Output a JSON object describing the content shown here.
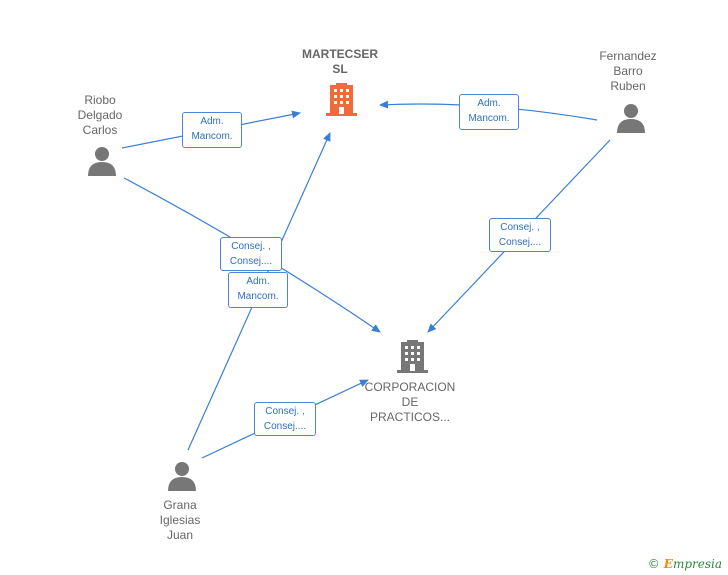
{
  "nodes": {
    "martecser": {
      "label": "MARTECSER\nSL",
      "type": "company",
      "color": "#f06a3a"
    },
    "corporacion": {
      "label": "CORPORACION\nDE\nPRACTICOS...",
      "type": "company",
      "color": "#777777"
    },
    "riobo": {
      "label": "Riobo\nDelgado\nCarlos",
      "type": "person"
    },
    "fernandez": {
      "label": "Fernandez\nBarro\nRuben",
      "type": "person"
    },
    "grana": {
      "label": "Grana\nIglesias\nJuan",
      "type": "person"
    }
  },
  "relations": {
    "riobo_martecser": "Adm.\nMancom.",
    "fernandez_martecser": "Adm.\nMancom.",
    "fernandez_corporacion": "Consej. ,\nConsej....",
    "riobo_corporacion": "Consej. ,\nConsej....",
    "grana_martecser": "Adm.\nMancom.",
    "grana_corporacion": "Consej. ,\nConsej...."
  },
  "brand": {
    "copyright": "©",
    "name_first": "E",
    "name_rest": "mpresia"
  },
  "colors": {
    "edge": "#3a7fd5",
    "person": "#777777",
    "accent": "#f06a3a"
  }
}
